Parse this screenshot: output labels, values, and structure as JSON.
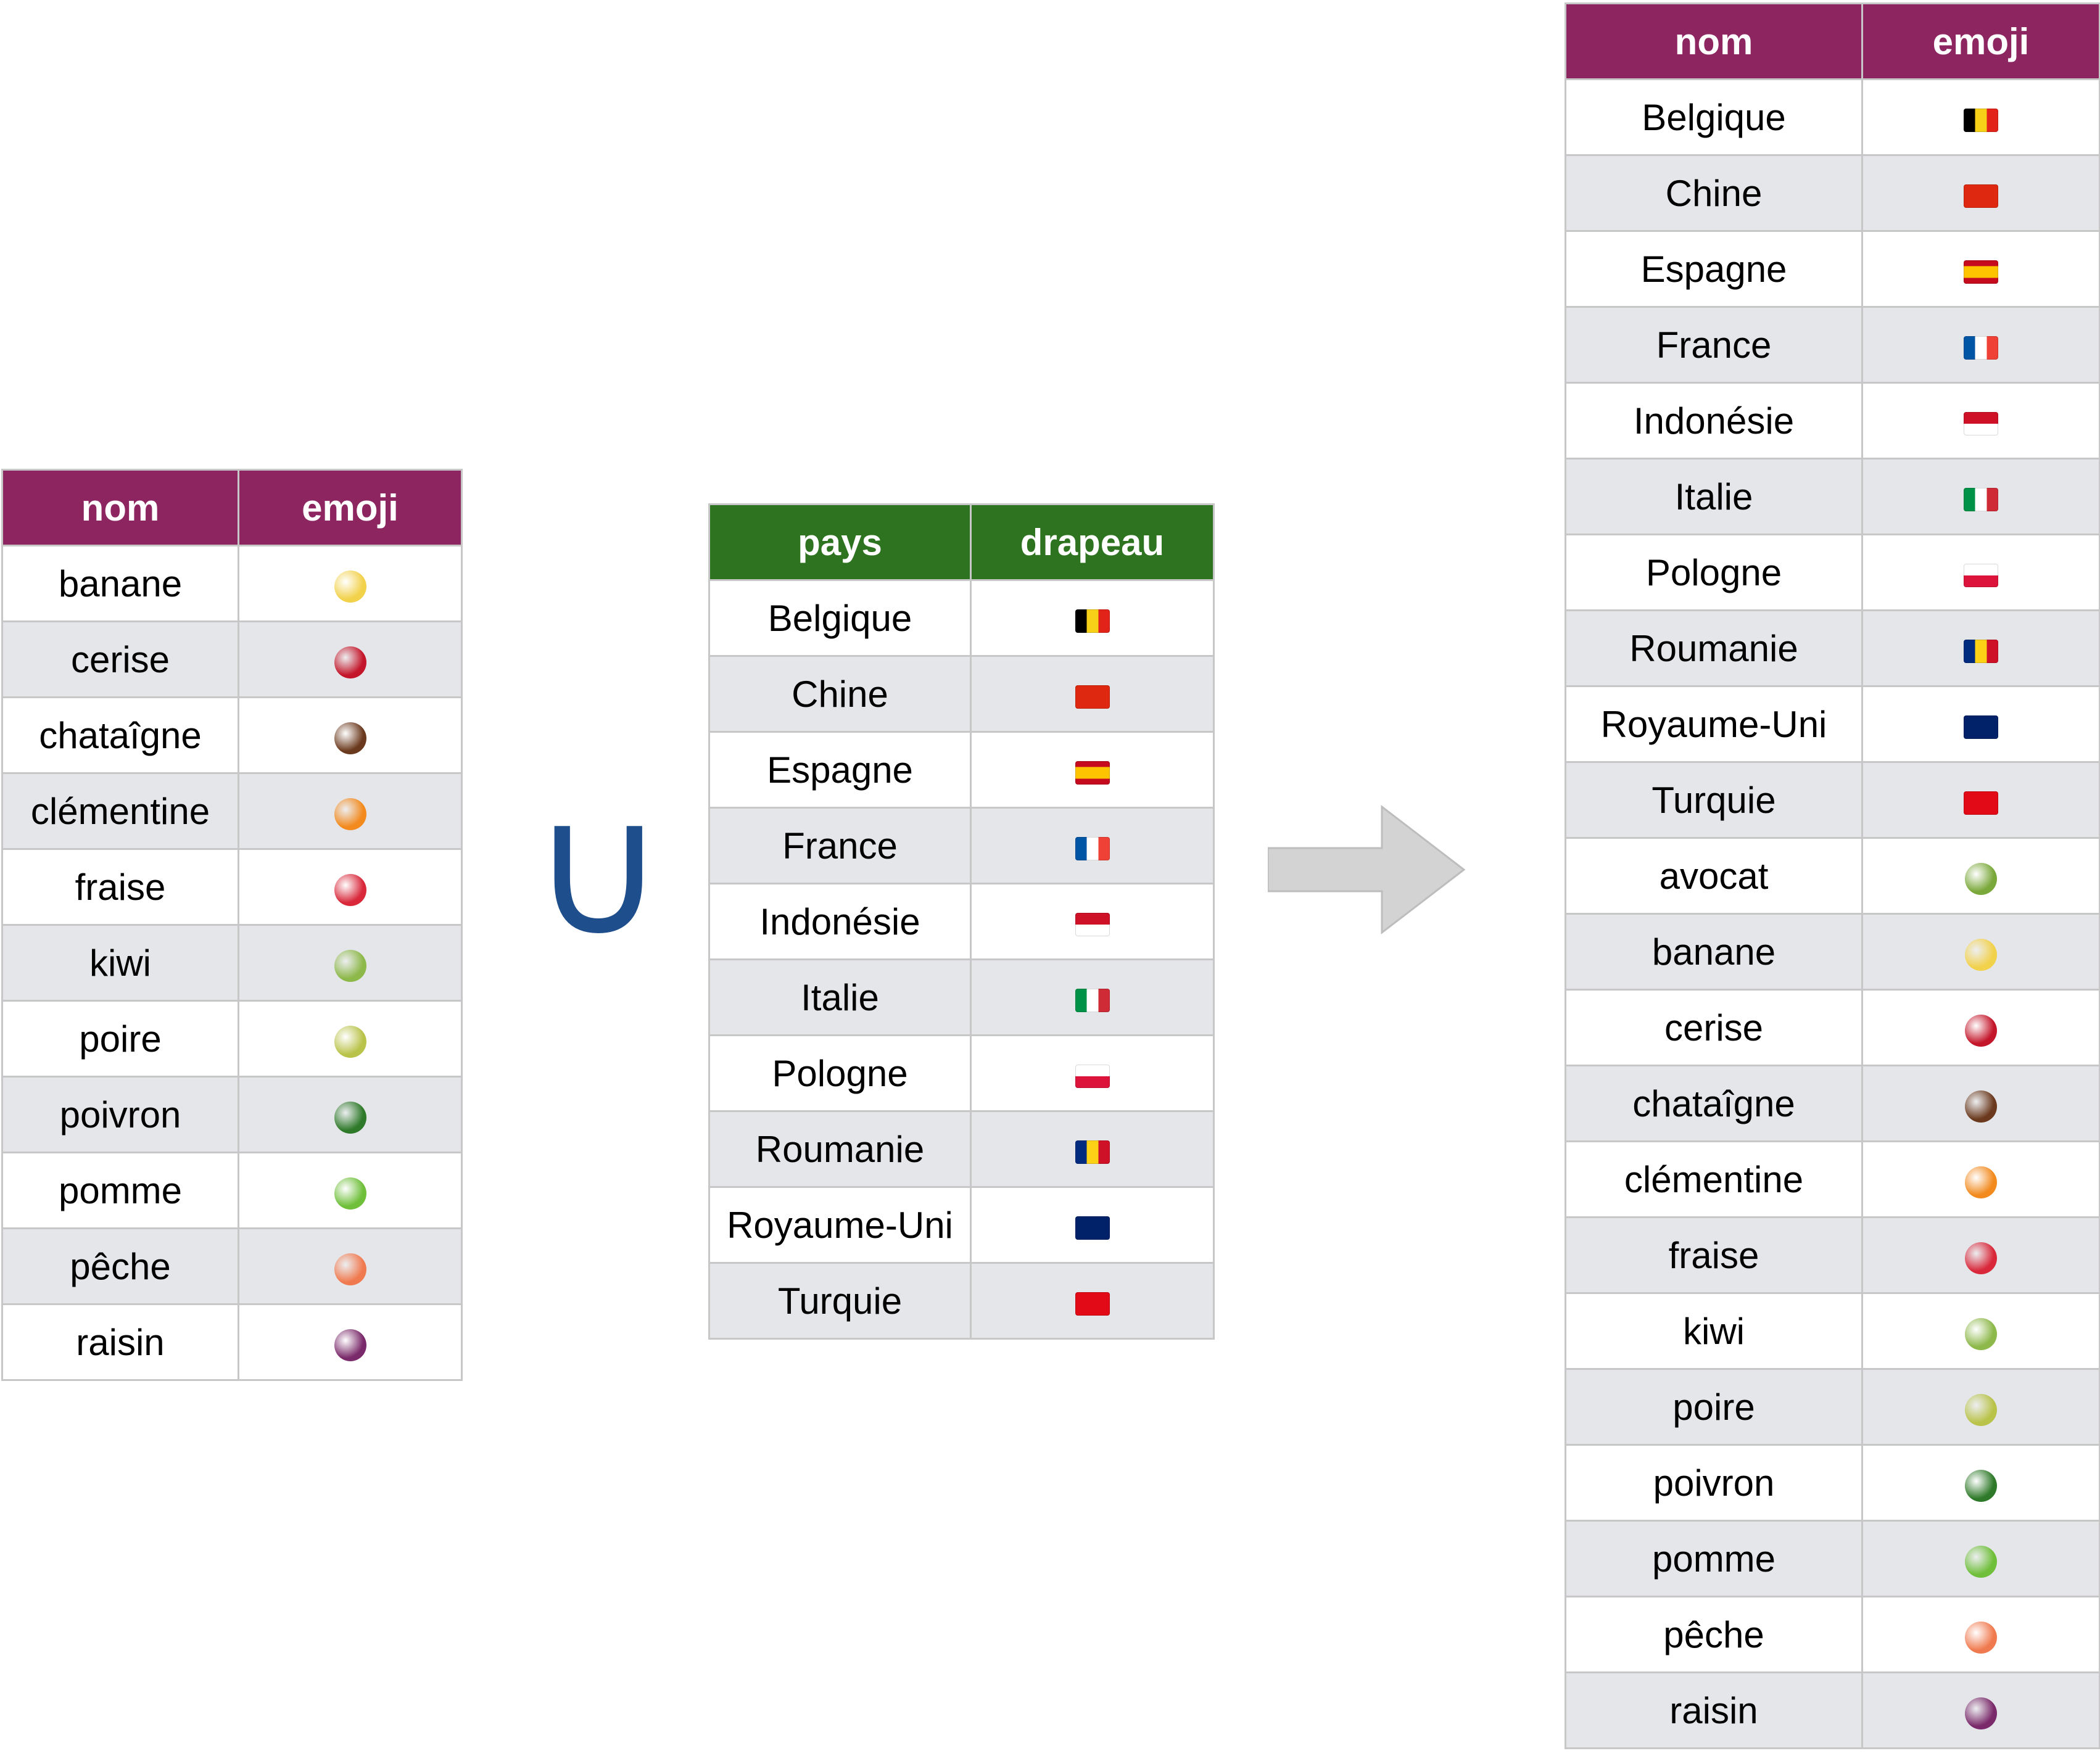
{
  "colors": {
    "purple_header": "#8c2560",
    "green_header": "#2e7320",
    "union_symbol": "#1f4e8c",
    "arrow": "#d3d3d3",
    "row_alt": "#e4e6ea",
    "border": "#c7c7c7"
  },
  "left_table": {
    "headers": [
      "nom",
      "emoji"
    ],
    "rows": [
      {
        "nom": "banane",
        "emoji": "🍌",
        "icon": "banana-icon",
        "color": "#f2d14b"
      },
      {
        "nom": "cerise",
        "emoji": "🍒",
        "icon": "cherry-icon",
        "color": "#c4162a"
      },
      {
        "nom": "chataîgne",
        "emoji": "🌰",
        "icon": "chestnut-icon",
        "color": "#6b3a1e"
      },
      {
        "nom": "clémentine",
        "emoji": "🍊",
        "icon": "tangerine-icon",
        "color": "#f28a1e"
      },
      {
        "nom": "fraise",
        "emoji": "🍓",
        "icon": "strawberry-icon",
        "color": "#d8283a"
      },
      {
        "nom": "kiwi",
        "emoji": "🥝",
        "icon": "kiwi-icon",
        "color": "#8db84a"
      },
      {
        "nom": "poire",
        "emoji": "🍐",
        "icon": "pear-icon",
        "color": "#b9c34a"
      },
      {
        "nom": "poivron",
        "emoji": "🫑",
        "icon": "bell-pepper-icon",
        "color": "#2f7a2a"
      },
      {
        "nom": "pomme",
        "emoji": "🍏",
        "icon": "green-apple-icon",
        "color": "#6fbf3a"
      },
      {
        "nom": "pêche",
        "emoji": "🍑",
        "icon": "peach-icon",
        "color": "#f07a4f"
      },
      {
        "nom": "raisin",
        "emoji": "🍇",
        "icon": "grapes-icon",
        "color": "#7a2a6a"
      }
    ]
  },
  "middle_table": {
    "headers": [
      "pays",
      "drapeau"
    ],
    "rows": [
      {
        "pays": "Belgique",
        "drapeau": "🇧🇪",
        "icon": "belgium-flag-icon",
        "stripes": [
          "#000000",
          "#f7d117",
          "#e2231a"
        ],
        "dir": "v"
      },
      {
        "pays": "Chine",
        "drapeau": "🇨🇳",
        "icon": "china-flag-icon",
        "stripes": [
          "#de2910"
        ],
        "dir": "v"
      },
      {
        "pays": "Espagne",
        "drapeau": "🇪🇸",
        "icon": "spain-flag-icon",
        "stripes": [
          "#c60b1e",
          "#ffc400",
          "#ffc400",
          "#c60b1e"
        ],
        "dir": "h"
      },
      {
        "pays": "France",
        "drapeau": "🇫🇷",
        "icon": "france-flag-icon",
        "stripes": [
          "#0055a4",
          "#ffffff",
          "#ef4135"
        ],
        "dir": "v"
      },
      {
        "pays": "Indonésie",
        "drapeau": "🇮🇩",
        "icon": "indonesia-flag-icon",
        "stripes": [
          "#ce1126",
          "#ffffff"
        ],
        "dir": "h"
      },
      {
        "pays": "Italie",
        "drapeau": "🇮🇹",
        "icon": "italy-flag-icon",
        "stripes": [
          "#009246",
          "#ffffff",
          "#ce2b37"
        ],
        "dir": "v"
      },
      {
        "pays": "Pologne",
        "drapeau": "🇵🇱",
        "icon": "poland-flag-icon",
        "stripes": [
          "#ffffff",
          "#dc143c"
        ],
        "dir": "h"
      },
      {
        "pays": "Roumanie",
        "drapeau": "🇷🇴",
        "icon": "romania-flag-icon",
        "stripes": [
          "#002b7f",
          "#fcd116",
          "#ce1126"
        ],
        "dir": "v"
      },
      {
        "pays": "Royaume-Uni",
        "drapeau": "🇬🇧",
        "icon": "uk-flag-icon",
        "stripes": [
          "#012169"
        ],
        "dir": "v"
      },
      {
        "pays": "Turquie",
        "drapeau": "🇹🇷",
        "icon": "turkey-flag-icon",
        "stripes": [
          "#e30a17"
        ],
        "dir": "v"
      }
    ]
  },
  "union_symbol": "∪",
  "result_table": {
    "headers": [
      "nom",
      "emoji"
    ],
    "rows": [
      {
        "nom": "Belgique",
        "emoji": "🇧🇪",
        "kind": "flag",
        "icon": "belgium-flag-icon",
        "stripes": [
          "#000000",
          "#f7d117",
          "#e2231a"
        ],
        "dir": "v"
      },
      {
        "nom": "Chine",
        "emoji": "🇨🇳",
        "kind": "flag",
        "icon": "china-flag-icon",
        "stripes": [
          "#de2910"
        ],
        "dir": "v"
      },
      {
        "nom": "Espagne",
        "emoji": "🇪🇸",
        "kind": "flag",
        "icon": "spain-flag-icon",
        "stripes": [
          "#c60b1e",
          "#ffc400",
          "#ffc400",
          "#c60b1e"
        ],
        "dir": "h"
      },
      {
        "nom": "France",
        "emoji": "🇫🇷",
        "kind": "flag",
        "icon": "france-flag-icon",
        "stripes": [
          "#0055a4",
          "#ffffff",
          "#ef4135"
        ],
        "dir": "v"
      },
      {
        "nom": "Indonésie",
        "emoji": "🇮🇩",
        "kind": "flag",
        "icon": "indonesia-flag-icon",
        "stripes": [
          "#ce1126",
          "#ffffff"
        ],
        "dir": "h"
      },
      {
        "nom": "Italie",
        "emoji": "🇮🇹",
        "kind": "flag",
        "icon": "italy-flag-icon",
        "stripes": [
          "#009246",
          "#ffffff",
          "#ce2b37"
        ],
        "dir": "v"
      },
      {
        "nom": "Pologne",
        "emoji": "🇵🇱",
        "kind": "flag",
        "icon": "poland-flag-icon",
        "stripes": [
          "#ffffff",
          "#dc143c"
        ],
        "dir": "h"
      },
      {
        "nom": "Roumanie",
        "emoji": "🇷🇴",
        "kind": "flag",
        "icon": "romania-flag-icon",
        "stripes": [
          "#002b7f",
          "#fcd116",
          "#ce1126"
        ],
        "dir": "v"
      },
      {
        "nom": "Royaume-Uni",
        "emoji": "🇬🇧",
        "kind": "flag",
        "icon": "uk-flag-icon",
        "stripes": [
          "#012169"
        ],
        "dir": "v"
      },
      {
        "nom": "Turquie",
        "emoji": "🇹🇷",
        "kind": "flag",
        "icon": "turkey-flag-icon",
        "stripes": [
          "#e30a17"
        ],
        "dir": "v"
      },
      {
        "nom": "avocat",
        "emoji": "🥑",
        "kind": "fruit",
        "icon": "avocado-icon",
        "color": "#7aa83a"
      },
      {
        "nom": "banane",
        "emoji": "🍌",
        "kind": "fruit",
        "icon": "banana-icon",
        "color": "#f2d14b"
      },
      {
        "nom": "cerise",
        "emoji": "🍒",
        "kind": "fruit",
        "icon": "cherry-icon",
        "color": "#c4162a"
      },
      {
        "nom": "chataîgne",
        "emoji": "🌰",
        "kind": "fruit",
        "icon": "chestnut-icon",
        "color": "#6b3a1e"
      },
      {
        "nom": "clémentine",
        "emoji": "🍊",
        "kind": "fruit",
        "icon": "tangerine-icon",
        "color": "#f28a1e"
      },
      {
        "nom": "fraise",
        "emoji": "🍓",
        "kind": "fruit",
        "icon": "strawberry-icon",
        "color": "#d8283a"
      },
      {
        "nom": "kiwi",
        "emoji": "🥝",
        "kind": "fruit",
        "icon": "kiwi-icon",
        "color": "#8db84a"
      },
      {
        "nom": "poire",
        "emoji": "🍐",
        "kind": "fruit",
        "icon": "pear-icon",
        "color": "#b9c34a"
      },
      {
        "nom": "poivron",
        "emoji": "🫑",
        "kind": "fruit",
        "icon": "bell-pepper-icon",
        "color": "#2f7a2a"
      },
      {
        "nom": "pomme",
        "emoji": "🍏",
        "kind": "fruit",
        "icon": "green-apple-icon",
        "color": "#6fbf3a"
      },
      {
        "nom": "pêche",
        "emoji": "🍑",
        "kind": "fruit",
        "icon": "peach-icon",
        "color": "#f07a4f"
      },
      {
        "nom": "raisin",
        "emoji": "🍇",
        "kind": "fruit",
        "icon": "grapes-icon",
        "color": "#7a2a6a"
      }
    ]
  }
}
